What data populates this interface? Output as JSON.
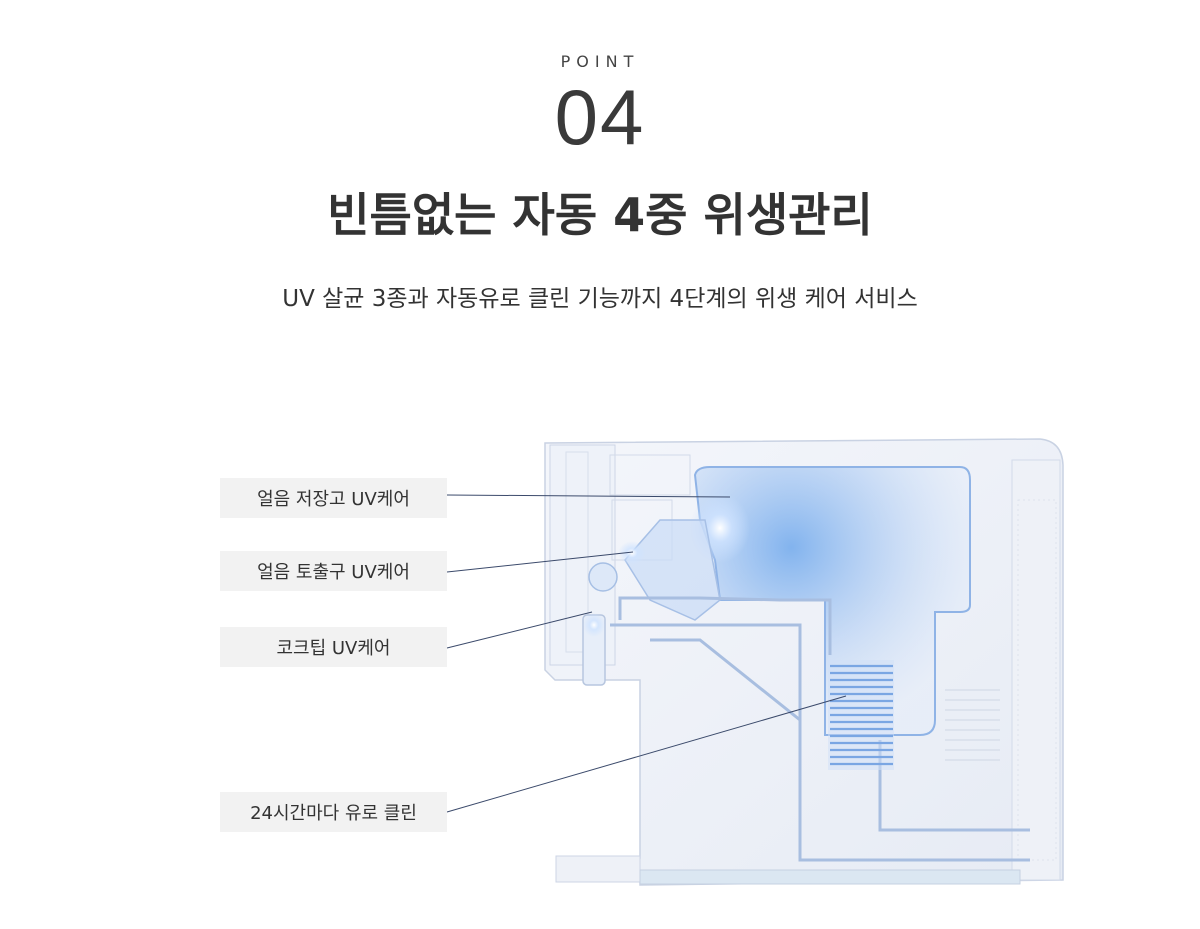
{
  "header": {
    "point_label": "POINT",
    "point_number": "04",
    "headline": "빈틈없는 자동 4중 위생관리",
    "subline": "UV 살균 3종과 자동유로 클린 기능까지 4단계의 위생 케어 서비스"
  },
  "callouts": [
    {
      "label": "얼음 저장고 UV케어"
    },
    {
      "label": "얼음 토출구 UV케어"
    },
    {
      "label": "코크팁 UV케어"
    },
    {
      "label": "24시간마다 유로 클린"
    }
  ],
  "colors": {
    "text": "#333333",
    "callout_bg": "#f2f2f2",
    "leader_line": "#3b4a6b",
    "uv_glow": "#7fb2ee"
  }
}
